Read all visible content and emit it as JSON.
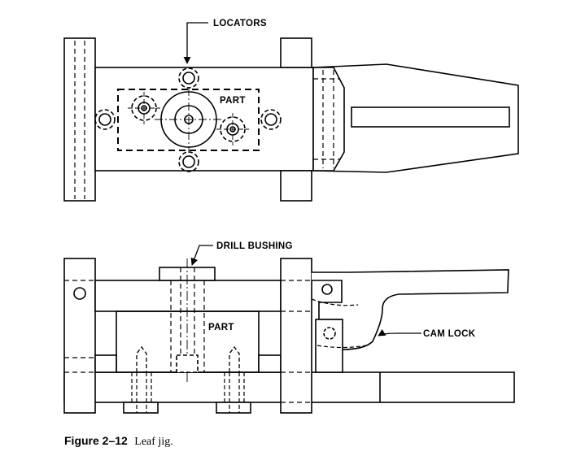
{
  "labels": {
    "locators": "LOCATORS",
    "part_top": "PART",
    "drill_bushing": "DRILL BUSHING",
    "part_bottom": "PART",
    "cam_lock": "CAM LOCK"
  },
  "caption": {
    "number": "Figure 2–12",
    "title": "Leaf jig."
  },
  "colors": {
    "ink": "#000000",
    "background": "#ffffff"
  }
}
